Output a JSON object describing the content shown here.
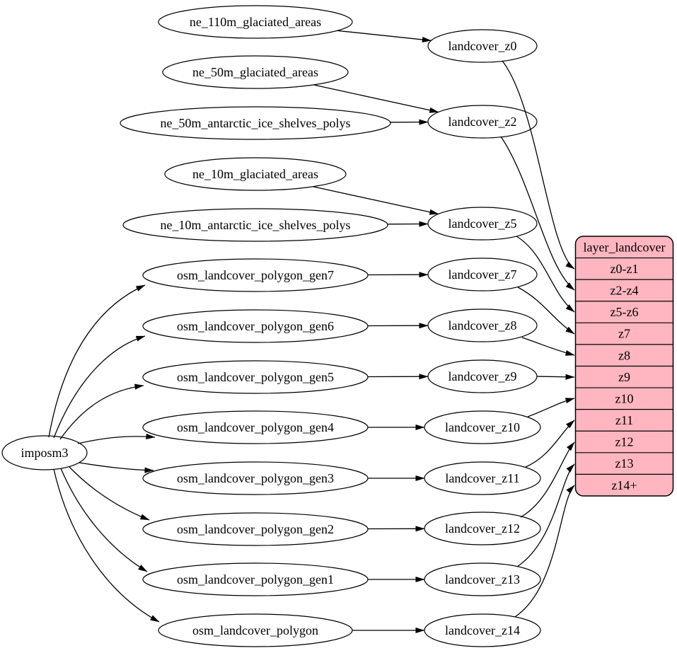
{
  "diagram": {
    "colors": {
      "background": "#ffffff",
      "node_fill": "#ffffff",
      "node_stroke": "#000000",
      "edge_color": "#000000",
      "table_fill": "#ffb6c1",
      "text_color": "#000000"
    },
    "nodes": [
      {
        "id": "imposm3",
        "label": "imposm3"
      },
      {
        "id": "ne_110m_glaciated_areas",
        "label": "ne_110m_glaciated_areas"
      },
      {
        "id": "ne_50m_glaciated_areas",
        "label": "ne_50m_glaciated_areas"
      },
      {
        "id": "ne_50m_antarctic_ice_shelves_polys",
        "label": "ne_50m_antarctic_ice_shelves_polys"
      },
      {
        "id": "ne_10m_glaciated_areas",
        "label": "ne_10m_glaciated_areas"
      },
      {
        "id": "ne_10m_antarctic_ice_shelves_polys",
        "label": "ne_10m_antarctic_ice_shelves_polys"
      },
      {
        "id": "osm_landcover_polygon_gen7",
        "label": "osm_landcover_polygon_gen7"
      },
      {
        "id": "osm_landcover_polygon_gen6",
        "label": "osm_landcover_polygon_gen6"
      },
      {
        "id": "osm_landcover_polygon_gen5",
        "label": "osm_landcover_polygon_gen5"
      },
      {
        "id": "osm_landcover_polygon_gen4",
        "label": "osm_landcover_polygon_gen4"
      },
      {
        "id": "osm_landcover_polygon_gen3",
        "label": "osm_landcover_polygon_gen3"
      },
      {
        "id": "osm_landcover_polygon_gen2",
        "label": "osm_landcover_polygon_gen2"
      },
      {
        "id": "osm_landcover_polygon_gen1",
        "label": "osm_landcover_polygon_gen1"
      },
      {
        "id": "osm_landcover_polygon",
        "label": "osm_landcover_polygon"
      },
      {
        "id": "landcover_z0",
        "label": "landcover_z0"
      },
      {
        "id": "landcover_z2",
        "label": "landcover_z2"
      },
      {
        "id": "landcover_z5",
        "label": "landcover_z5"
      },
      {
        "id": "landcover_z7",
        "label": "landcover_z7"
      },
      {
        "id": "landcover_z8",
        "label": "landcover_z8"
      },
      {
        "id": "landcover_z9",
        "label": "landcover_z9"
      },
      {
        "id": "landcover_z10",
        "label": "landcover_z10"
      },
      {
        "id": "landcover_z11",
        "label": "landcover_z11"
      },
      {
        "id": "landcover_z12",
        "label": "landcover_z12"
      },
      {
        "id": "landcover_z13",
        "label": "landcover_z13"
      },
      {
        "id": "landcover_z14",
        "label": "landcover_z14"
      }
    ],
    "table": {
      "id": "layer_landcover",
      "title": "layer_landcover",
      "rows": [
        "z0-z1",
        "z2-z4",
        "z5-z6",
        "z7",
        "z8",
        "z9",
        "z10",
        "z11",
        "z12",
        "z13",
        "z14+"
      ]
    },
    "edges": [
      {
        "from": "imposm3",
        "to": "osm_landcover_polygon_gen7"
      },
      {
        "from": "imposm3",
        "to": "osm_landcover_polygon_gen6"
      },
      {
        "from": "imposm3",
        "to": "osm_landcover_polygon_gen5"
      },
      {
        "from": "imposm3",
        "to": "osm_landcover_polygon_gen4"
      },
      {
        "from": "imposm3",
        "to": "osm_landcover_polygon_gen3"
      },
      {
        "from": "imposm3",
        "to": "osm_landcover_polygon_gen2"
      },
      {
        "from": "imposm3",
        "to": "osm_landcover_polygon_gen1"
      },
      {
        "from": "imposm3",
        "to": "osm_landcover_polygon"
      },
      {
        "from": "ne_110m_glaciated_areas",
        "to": "landcover_z0"
      },
      {
        "from": "ne_50m_glaciated_areas",
        "to": "landcover_z2"
      },
      {
        "from": "ne_50m_antarctic_ice_shelves_polys",
        "to": "landcover_z2"
      },
      {
        "from": "ne_10m_glaciated_areas",
        "to": "landcover_z5"
      },
      {
        "from": "ne_10m_antarctic_ice_shelves_polys",
        "to": "landcover_z5"
      },
      {
        "from": "osm_landcover_polygon_gen7",
        "to": "landcover_z7"
      },
      {
        "from": "osm_landcover_polygon_gen6",
        "to": "landcover_z8"
      },
      {
        "from": "osm_landcover_polygon_gen5",
        "to": "landcover_z9"
      },
      {
        "from": "osm_landcover_polygon_gen4",
        "to": "landcover_z10"
      },
      {
        "from": "osm_landcover_polygon_gen3",
        "to": "landcover_z11"
      },
      {
        "from": "osm_landcover_polygon_gen2",
        "to": "landcover_z12"
      },
      {
        "from": "osm_landcover_polygon_gen1",
        "to": "landcover_z13"
      },
      {
        "from": "osm_landcover_polygon",
        "to": "landcover_z14"
      },
      {
        "from": "landcover_z0",
        "to": "layer_landcover",
        "row": "z0-z1"
      },
      {
        "from": "landcover_z2",
        "to": "layer_landcover",
        "row": "z2-z4"
      },
      {
        "from": "landcover_z5",
        "to": "layer_landcover",
        "row": "z5-z6"
      },
      {
        "from": "landcover_z7",
        "to": "layer_landcover",
        "row": "z7"
      },
      {
        "from": "landcover_z8",
        "to": "layer_landcover",
        "row": "z8"
      },
      {
        "from": "landcover_z9",
        "to": "layer_landcover",
        "row": "z9"
      },
      {
        "from": "landcover_z10",
        "to": "layer_landcover",
        "row": "z10"
      },
      {
        "from": "landcover_z11",
        "to": "layer_landcover",
        "row": "z11"
      },
      {
        "from": "landcover_z12",
        "to": "layer_landcover",
        "row": "z12"
      },
      {
        "from": "landcover_z13",
        "to": "layer_landcover",
        "row": "z13"
      },
      {
        "from": "landcover_z14",
        "to": "layer_landcover",
        "row": "z14+"
      }
    ]
  }
}
